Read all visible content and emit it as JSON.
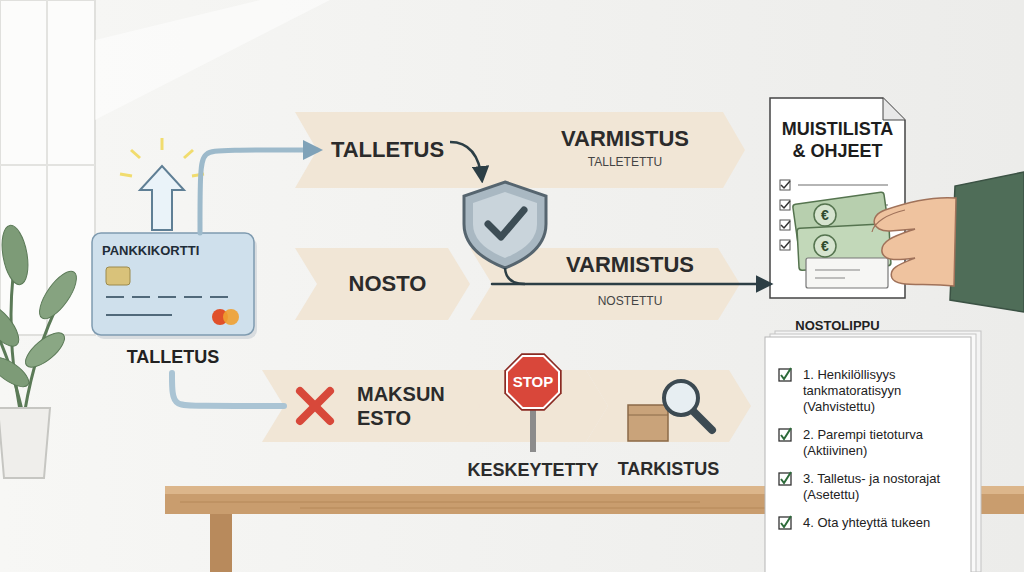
{
  "diagram": {
    "nodes": [
      {
        "text": [
          "PANKKIKORTTI",
          "TALLETUS"
        ]
      },
      {
        "text": [
          "TALLETUS"
        ]
      },
      {
        "text": [
          "VARMISTUS",
          "TALLETETTU"
        ]
      },
      {
        "text": [
          "NOSTO"
        ]
      },
      {
        "text": [
          "VARMISTUS",
          "NOSTETTU"
        ]
      },
      {
        "text": [
          "MAKSUN ESTO"
        ]
      },
      {
        "text": [
          "STOP",
          "KESKEYTETTY"
        ]
      },
      {
        "text": [
          "TARKISTUS"
        ]
      },
      {
        "text": [
          "MUISTILISTA & OHJEET",
          "NOSTOLIPPU"
        ]
      },
      {
        "text": [
          "1. Henkilöllisyys tankmatoratisyyn (Vahvistettu)",
          "2. Parempi tietoturva (Aktiivinen)",
          "3. Talletus- ja nostorajat (Asetettu)",
          "4. Ota yhteyttä tukeen"
        ]
      }
    ],
    "edges": [
      {
        "from": 0,
        "to": 1,
        "arrow": "to"
      },
      {
        "from": 0,
        "to": 5,
        "arrow": "none"
      },
      {
        "from": 4,
        "to": 8,
        "arrow": "to"
      }
    ],
    "labels": [
      "€",
      "€"
    ]
  }
}
